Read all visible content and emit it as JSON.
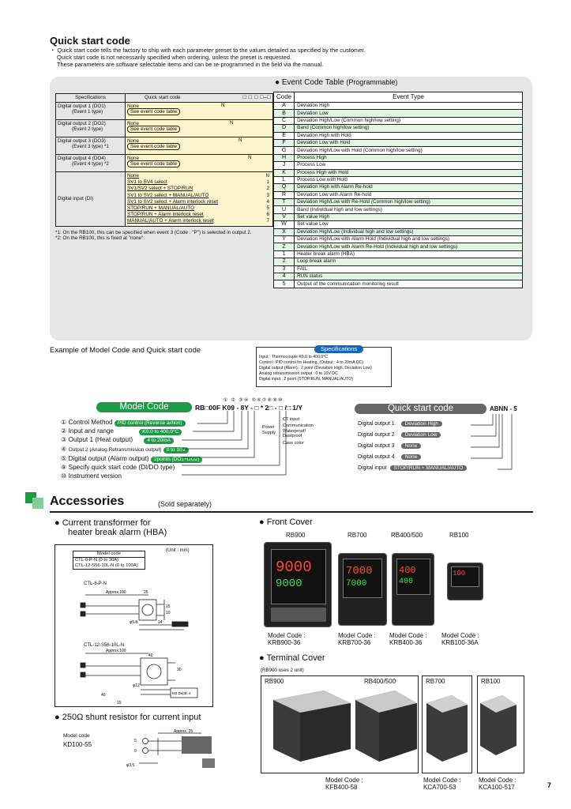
{
  "quick_start": {
    "title": "Quick start code",
    "lines": [
      "・ Quick start code tells the factory to ship with each parameter preset to the values detailed as specified by the customer.",
      "Quick start code is not necessarily specified when ordering, unless the preset is requested.",
      "These parameters are software selectable items and can be re-programmed in the field via the manual."
    ],
    "spec_header": "Specifications",
    "qs_header": "Quick start code",
    "dos": [
      {
        "label": "Digital output 1 (DO1)",
        "event": "(Event 1 type)",
        "opts": [
          "None",
          "See event code table"
        ],
        "mark": "N"
      },
      {
        "label": "Digital output 2 (DO2)",
        "event": "(Event 2 type)",
        "opts": [
          "None",
          "See event code table"
        ],
        "mark": "N"
      },
      {
        "label": "Digital output 3 (DO3)",
        "event": "(Event 3 type) *1",
        "opts": [
          "None",
          "See event code table"
        ],
        "mark": "N"
      },
      {
        "label": "Digital output 4 (DO4)",
        "event": "(Event 4 type) *2",
        "opts": [
          "None",
          "See event code table"
        ],
        "mark": "N"
      }
    ],
    "di_label": "Digital input (DI)",
    "di_opts": [
      {
        "t": "None",
        "c": "N"
      },
      {
        "t": "SV1 to SV4 select",
        "c": "1"
      },
      {
        "t": "SV1/SV2 select + STOP/RUN",
        "c": "2"
      },
      {
        "t": "SV1 to SV2 select + MANUAL/AUTO",
        "c": "3"
      },
      {
        "t": "SV1 to SV2 select + Alarm interlock reset",
        "c": "4"
      },
      {
        "t": "STOP/RUN + MANUAL/AUTO",
        "c": "5"
      },
      {
        "t": "STOP/RUN + Alarm interlock reset",
        "c": "6"
      },
      {
        "t": "MANUAL/AUTO + Alarm interlock reset",
        "c": "7"
      }
    ],
    "notes": [
      "*1: On the RB100, this can be specified when event 3 (Code : \"P\") is selected in output 2.",
      "*2: On the RB100, this is fixed at \"none\"."
    ]
  },
  "event_table": {
    "title": "Event Code Table",
    "title_suffix": "(Programmable)",
    "col_code": "Code",
    "col_type": "Event Type",
    "rows": [
      [
        "A",
        "Deviation High"
      ],
      [
        "B",
        "Deviation Low"
      ],
      [
        "C",
        "Deviation High/Low (Common high/low setting)"
      ],
      [
        "D",
        "Band (Common high/low setting)"
      ],
      [
        "E",
        "Deviation High with Hold"
      ],
      [
        "F",
        "Deviation Low with Hold"
      ],
      [
        "G",
        "Deviation High/Low with Hold (Common high/low setting)"
      ],
      [
        "H",
        "Process High"
      ],
      [
        "J",
        "Process Low"
      ],
      [
        "K",
        "Process High with Hold"
      ],
      [
        "L",
        "Process Low with Hold"
      ],
      [
        "Q",
        "Deviation High with Alarm Re-hold"
      ],
      [
        "R",
        "Deviation Low with Alarm Re-hold"
      ],
      [
        "T",
        "Deviation High/Low with Re-Hold (Common high/low setting)"
      ],
      [
        "U",
        "Band (Individual high and low settings)"
      ],
      [
        "V",
        "Set value High"
      ],
      [
        "W",
        "Set value Low"
      ],
      [
        "X",
        "Deviation High/Low (Individual high and low settings)"
      ],
      [
        "Y",
        "Deviation High/Low with Alarm Hold (Individual high and low settings)"
      ],
      [
        "Z",
        "Deviation High/Low with Alarm Re-Hold (Individual high and low settings)"
      ],
      [
        "1",
        "Heater break alarm (HBA)"
      ],
      [
        "2",
        "Loop break alarm"
      ],
      [
        "3",
        "FAIL"
      ],
      [
        "4",
        "RUN status"
      ],
      [
        "5",
        "Output of the communication monitoring result"
      ]
    ]
  },
  "example": {
    "title": "Example of Model Code and Quick start code",
    "spec_pill": "Specifications",
    "spec_lines": [
      "Input : Thermocouple K0.0 to 400.0°C",
      "Control : PID control for Heating, (Output : 4 to 20mA DC)",
      "Digital output (Alarm) : 2 point (Deviation High, Deviation Low)",
      "Analog retransmission output : 0 to 10V DC",
      "Digital input : 2 point (STOP/RUN, MANUAL/AUTO)"
    ],
    "model_bar": "Model Code",
    "model_code": "RB□00F K09 - 8Y - □ * 2□ - □ /□ 1/Y",
    "circled_top": "① ②   ③④ ⑤⑥⑦⑧⑨⑩",
    "items": [
      {
        "n": "①",
        "t": "Control Method",
        "pill": "PID control (Reverse action)"
      },
      {
        "n": "②",
        "t": "Input and range",
        "pill": "K0.0 to 400.0°C"
      },
      {
        "n": "③",
        "t": "Output 1 (Heat output)",
        "pill": "4 to 20mA"
      },
      {
        "n": "④",
        "t": "Output 2 (Analog Retransmission output)",
        "pill": "0 to 10V"
      },
      {
        "n": "⑤",
        "t": "Digital output (Alarm output)",
        "pill": "2points (DO1+DO2)"
      },
      {
        "n": "⑨",
        "t": "Specify quick start code (DI/DO type)",
        "pill": ""
      },
      {
        "n": "⑩",
        "t": "Instrument version",
        "pill": ""
      }
    ],
    "side_labels": [
      "CT input",
      "Communication",
      "Waterproof/ Dustproof",
      "Case color"
    ],
    "power_label": "Power Supply",
    "qs_bar": "Quick start code",
    "qs_code": "ABNN - 5",
    "qs_items": [
      {
        "t": "Digital output 1",
        "v": "Deviation High"
      },
      {
        "t": "Digital output 2",
        "v": "Deviation Low"
      },
      {
        "t": "Digital output 3",
        "v": "None"
      },
      {
        "t": "Digital output 4",
        "v": "None"
      },
      {
        "t": "Digital input",
        "v": "STOP/RUN + MANUAL/AUTO"
      }
    ]
  },
  "accessories": {
    "title": "Accessories",
    "subtitle": "(Sold separately)",
    "ct_title_1": "Current transformer for",
    "ct_title_2": "heater break alarm (HBA)",
    "unit": "(Unit : mm)",
    "model_code_hdr": "Model code",
    "ct_models": [
      "CTL-6-P-N (0 to 30A)",
      "CTL-12-S56-10L-N (0 to 100A)"
    ],
    "ct1_name": "CTL-6-P-N",
    "ct2_name": "CTL-12-S56-10L-N",
    "dims": [
      "Approx.100",
      "25",
      "15",
      "10",
      "14",
      "φ5.8",
      "Approx.100",
      "40",
      "30",
      "φ12",
      "M3 Depth 4",
      "40",
      "15"
    ],
    "shunt_title": "250Ω shunt resistor for current input",
    "shunt_model_hdr": "Model code",
    "shunt_model": "KD100-55",
    "shunt_dims": [
      "Approx. 25",
      "5",
      "9",
      "φ3.5"
    ],
    "front_title": "Front Cover",
    "front_models": [
      "RB900",
      "RB700",
      "RB400/500",
      "RB100"
    ],
    "front_codes": [
      [
        "Model Code :",
        "KRB900-36"
      ],
      [
        "Model Code :",
        "KRB700-36"
      ],
      [
        "Model Code :",
        "KRB400-36"
      ],
      [
        "Model Code :",
        "KRB100-36A"
      ]
    ],
    "terminal_title": "Terminal Cover",
    "terminal_note": "(RB900 uses 2 unit)",
    "terminal_models": [
      "RB900",
      "RB400/500",
      "RB700",
      "RB100"
    ],
    "terminal_codes": [
      [
        "Model Code :",
        "KFB400-58"
      ],
      [
        "Model Code :",
        "KCA700-53"
      ],
      [
        "Model Code :",
        "KCA100-517"
      ]
    ]
  },
  "page_number": "7",
  "colors": {
    "green": "#1e9a45",
    "grey": "#666666",
    "gray_box": "#e6e6e6"
  }
}
